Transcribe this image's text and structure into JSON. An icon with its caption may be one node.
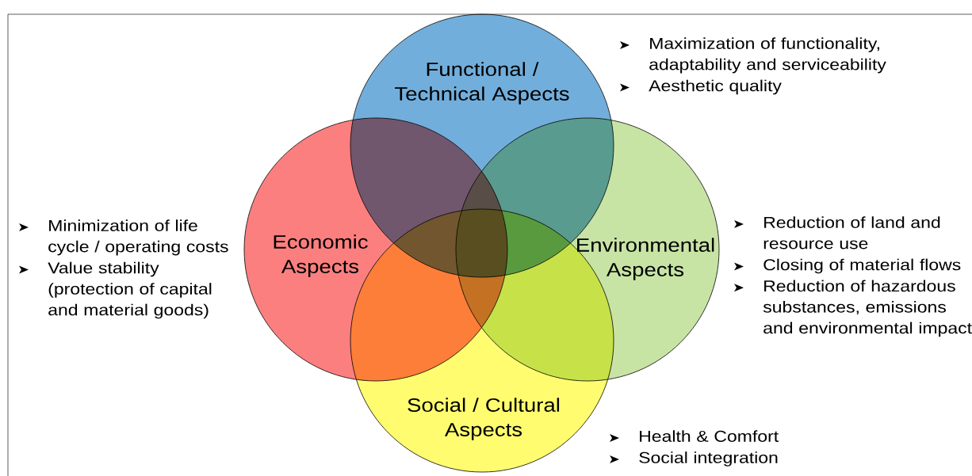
{
  "diagram": {
    "nodes": [
      {
        "text": [
          "Functional / Technical Aspects"
        ],
        "beside": [
          "Maximization of functionality, adaptability and serviceability",
          "Aesthetic quality"
        ]
      },
      {
        "text": [
          "Economic Aspects"
        ],
        "beside": [
          "Minimization of life cycle / operating costs",
          "Value stability (protection of capital and material goods)"
        ]
      },
      {
        "text": [
          "Environmental Aspects"
        ],
        "beside": [
          "Reduction of land and resource use",
          "Closing of material flows",
          "Reduction of hazardous substances, emissions and environmental impact"
        ]
      },
      {
        "text": [
          "Social / Cultural Aspects"
        ],
        "beside": [
          "Health & Comfort",
          "Social integration"
        ]
      }
    ]
  }
}
